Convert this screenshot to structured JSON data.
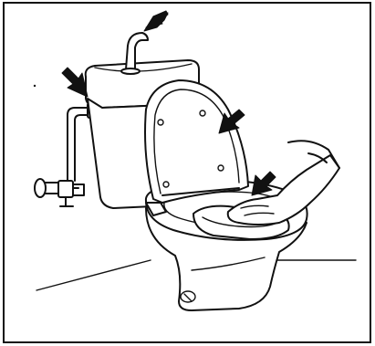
{
  "figure": {
    "subject": "toilet-cleaning-illustration",
    "arrows": [
      {
        "name": "arrow-faucet"
      },
      {
        "name": "arrow-valve"
      },
      {
        "name": "arrow-lid"
      },
      {
        "name": "arrow-seat"
      }
    ],
    "colors": {
      "ink": "#111111",
      "background": "#ffffff"
    }
  }
}
